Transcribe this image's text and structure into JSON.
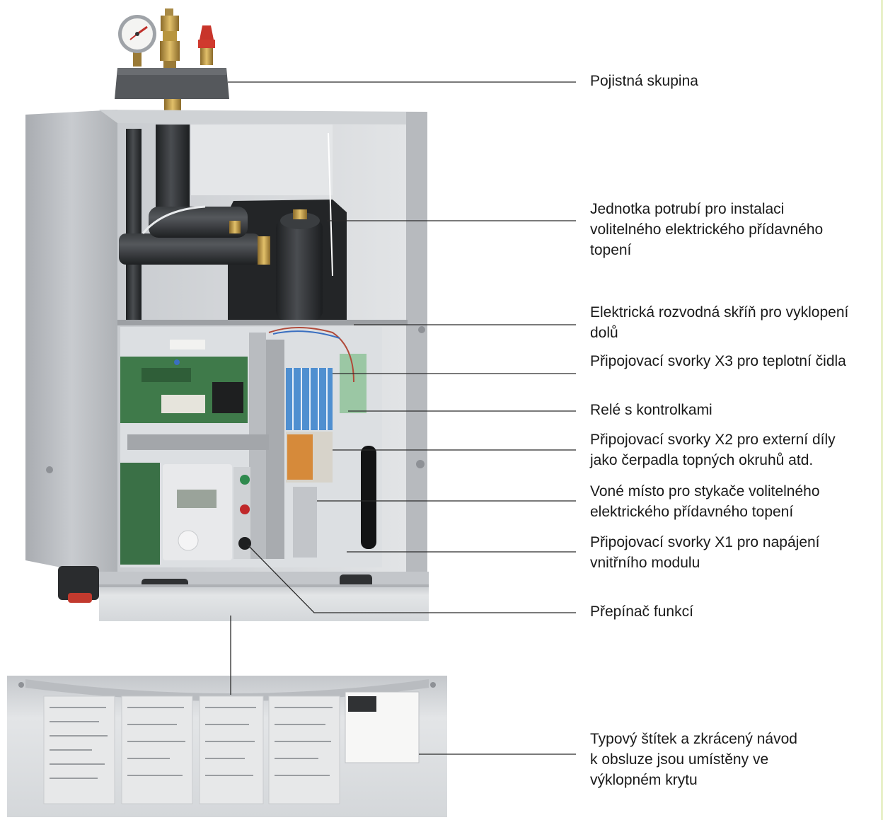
{
  "labels": [
    "Pojistná skupina",
    "Jednotka potrubí pro instalaci\nvolitelného elektrického přídavného\ntopení",
    "Elektrická rozvodná skříň pro vyklopení\ndolů",
    "Připojovací svorky X3 pro teplotní čidla",
    "Relé s kontrolkami",
    "Připojovací svorky X2 pro externí díly\njako čerpadla topných okruhů atd.",
    "Voné místo pro stykače volitelného\nelektrického přídavného topení",
    "Připojovací svorky X1 pro napájení\nvnitřního modulu",
    "Přepínač funkcí",
    "Typový štítek a zkrácený návod\nk obsluze jsou umístěny ve\nvýklopném krytu"
  ],
  "colors": {
    "cabinet_frame": "#b9bcc0",
    "cabinet_inner": "#d5d8db",
    "insulation": "#2a2c2e",
    "pcb_green": "#3f7a4a",
    "terminal_blue": "#4f8fd0",
    "leader_line": "#2b2b2b",
    "valve_brass": "#c9a24a",
    "safety_valve_red": "#c8342a"
  },
  "icons": [
    "pressure-gauge-icon",
    "air-vent-valve-icon",
    "safety-valve-icon"
  ]
}
